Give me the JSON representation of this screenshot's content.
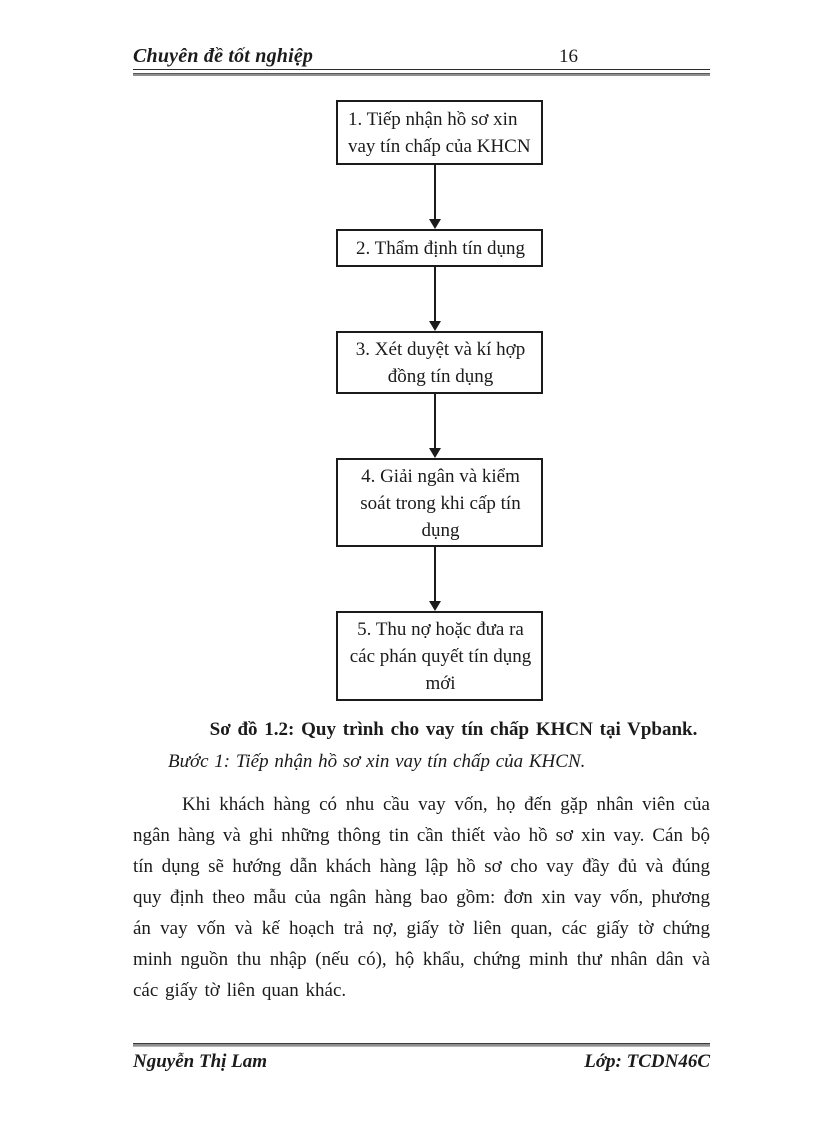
{
  "header": {
    "title": "Chuyên  đề tốt nghiệp",
    "page_number": "16"
  },
  "flowchart": {
    "steps": [
      {
        "label": "1. Tiếp nhận hồ sơ xin vay tín chấp của KHCN"
      },
      {
        "label": "2. Thẩm định tín dụng"
      },
      {
        "label": "3. Xét duyệt và kí hợp đồng tín dụng"
      },
      {
        "label": "4. Giải ngân và kiểm soát trong khi  cấp tín dụng"
      },
      {
        "label": "5. Thu nợ hoặc đưa ra các phán quyết tín dụng mới"
      }
    ],
    "caption": "Sơ đồ 1.2: Quy trình cho vay tín chấp KHCN  tại Vpbank."
  },
  "body": {
    "step_heading": "Bước 1: Tiếp nhận hồ sơ xin vay tín chấp của KHCN.",
    "paragraph": "Khi khách hàng có nhu cầu vay vốn, họ đến gặp nhân viên của ngân hàng và ghi những thông tin cần thiết vào hồ sơ xin vay. Cán bộ tín dụng sẽ hướng dẫn khách hàng lập hồ sơ cho vay đầy đủ và đúng quy định theo mẫu của ngân hàng bao gồm: đơn xin vay vốn, phương án vay vốn và kế hoạch trả nợ, giấy tờ liên quan, các giấy tờ chứng minh nguồn thu nhập (nếu có), hộ khẩu, chứng minh thư nhân dân và các giấy tờ liên quan khác."
  },
  "footer": {
    "author": "Nguyễn  Thị Lam",
    "class_label": "Lớp: TCDN46C"
  },
  "colors": {
    "text": "#1b1b1b",
    "rule_gray": "#8f8f8f",
    "box_border": "#1b1b1b",
    "background": "#ffffff"
  }
}
